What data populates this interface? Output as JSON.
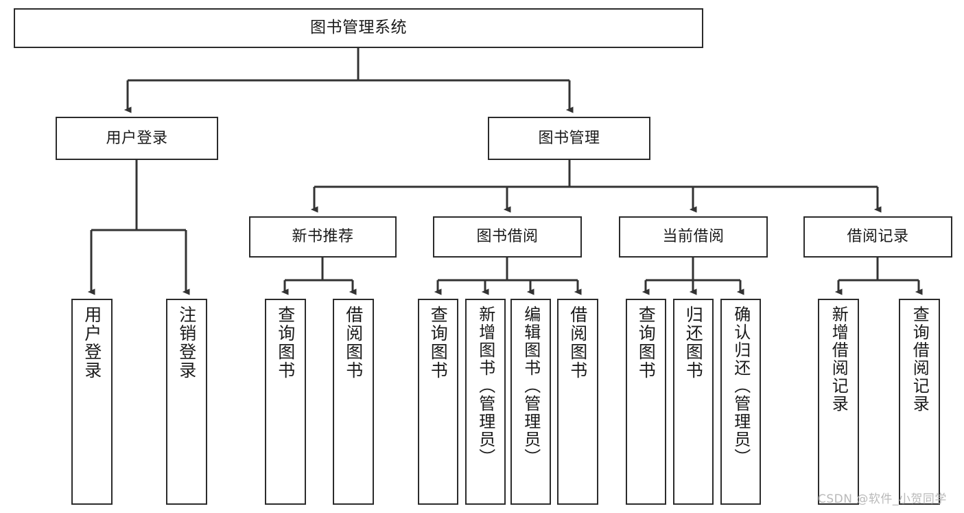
{
  "diagram": {
    "title": "图书管理系统",
    "type": "tree",
    "watermark": "CSDN @软件_小贺同学",
    "colors": {
      "box_border": "#2b2b2b",
      "box_fill": "#ffffff",
      "edge": "#333333",
      "text": "#1a1a1a",
      "watermark": "#b9b9b9"
    },
    "nodes": {
      "root": {
        "label": "图书管理系统"
      },
      "level1": [
        {
          "id": "user-login",
          "label": "用户登录"
        },
        {
          "id": "book-manage",
          "label": "图书管理"
        }
      ],
      "level2": [
        {
          "id": "new-book-rec",
          "label": "新书推荐"
        },
        {
          "id": "book-borrow",
          "label": "图书借阅"
        },
        {
          "id": "current-borrow",
          "label": "当前借阅"
        },
        {
          "id": "borrow-record",
          "label": "借阅记录"
        }
      ],
      "leaves": {
        "user-login": [
          {
            "id": "leaf-user-login",
            "label": "用户登录"
          },
          {
            "id": "leaf-user-logout",
            "label": "注销登录"
          }
        ],
        "new-book-rec": [
          {
            "id": "leaf-query-book-1",
            "label": "查询图书"
          },
          {
            "id": "leaf-borrow-book-1",
            "label": "借阅图书"
          }
        ],
        "book-borrow": [
          {
            "id": "leaf-query-book-2",
            "label": "查询图书"
          },
          {
            "id": "leaf-add-book",
            "label": "新增图书（管理员）"
          },
          {
            "id": "leaf-edit-book",
            "label": "编辑图书（管理员）"
          },
          {
            "id": "leaf-borrow-book-2",
            "label": "借阅图书"
          }
        ],
        "current-borrow": [
          {
            "id": "leaf-query-book-3",
            "label": "查询图书"
          },
          {
            "id": "leaf-return-book",
            "label": "归还图书"
          },
          {
            "id": "leaf-confirm-return",
            "label": "确认归还（管理员）"
          }
        ],
        "borrow-record": [
          {
            "id": "leaf-add-record",
            "label": "新增借阅记录"
          },
          {
            "id": "leaf-query-record",
            "label": "查询借阅记录"
          }
        ]
      }
    }
  }
}
